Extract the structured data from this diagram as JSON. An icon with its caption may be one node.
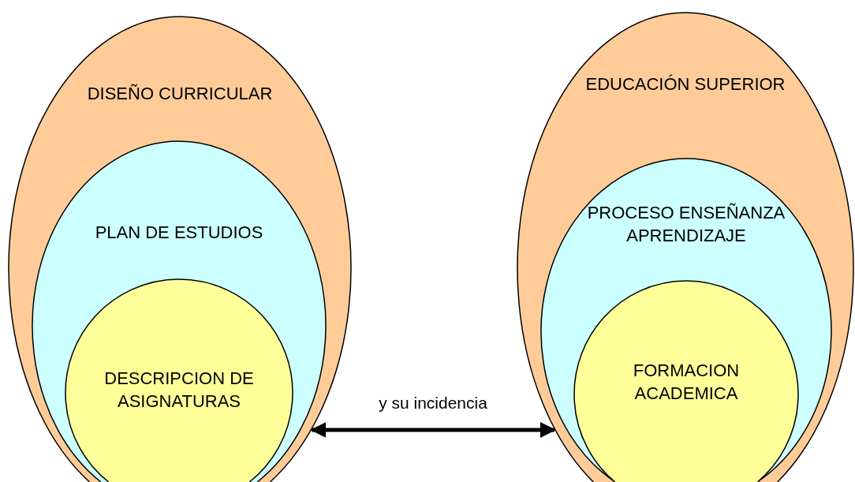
{
  "diagram": {
    "nodes": [
      {
        "text": [
          "DISEÑO CURRICULAR"
        ]
      },
      {
        "text": [
          "PLAN DE ESTUDIOS"
        ],
        "in": 0
      },
      {
        "text": [
          "DESCRIPCION DE ASIGNATURAS"
        ],
        "in": 1
      },
      {
        "text": [
          "EDUCACIÓN SUPERIOR"
        ]
      },
      {
        "text": [
          "PROCESO ENSEÑANZA APRENDIZAJE"
        ],
        "in": 3
      },
      {
        "text": [
          "FORMACION ACADEMICA"
        ],
        "in": 4
      }
    ],
    "edges": [
      {
        "from": 0,
        "to": 3,
        "arrow": "both",
        "label": "y su incidencia"
      }
    ]
  }
}
